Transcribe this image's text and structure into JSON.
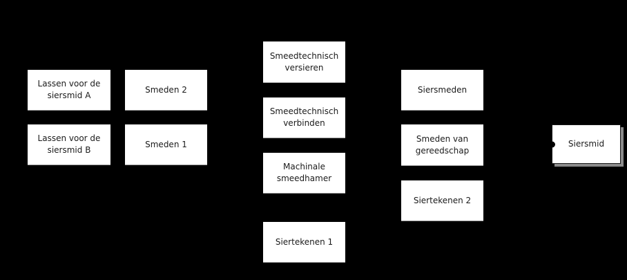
{
  "diagram": {
    "background_color": "#000000",
    "node_fill_color": "#ffffff",
    "node_text_color": "#1a1a1a",
    "root_border_color": "#141414",
    "root_shadow_color": "#8c8c8c",
    "edge_dot_color": "#000000",
    "nodes": {
      "lassen_a": {
        "label": "Lassen voor de siersmid A"
      },
      "smeden_2": {
        "label": "Smeden 2"
      },
      "lassen_b": {
        "label": "Lassen voor de siersmid B"
      },
      "smeden_1": {
        "label": "Smeden 1"
      },
      "smeedtechnisch_versieren": {
        "label": "Smeedtechnisch versieren"
      },
      "smeedtechnisch_verbinden": {
        "label": "Smeedtechnisch verbinden"
      },
      "machinale_smeedhamer": {
        "label": "Machinale smeedhamer"
      },
      "siertekenen_1": {
        "label": "Siertekenen 1"
      },
      "siersmeden": {
        "label": "Siersmeden"
      },
      "smeden_van_gereedschap": {
        "label": "Smeden van gereedschap"
      },
      "siertekenen_2": {
        "label": "Siertekenen 2"
      },
      "siersmid": {
        "label": "Siersmid"
      }
    }
  }
}
